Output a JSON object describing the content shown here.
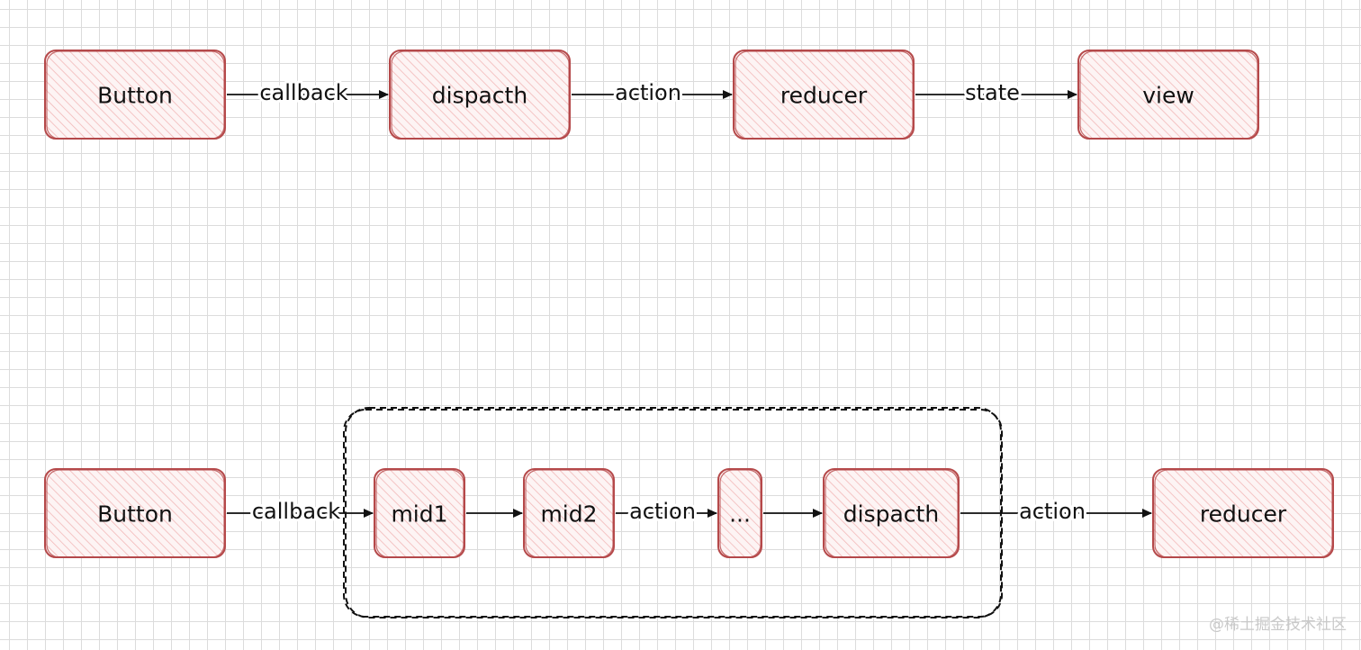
{
  "colors": {
    "node_stroke": "#b5494a",
    "node_hatch": "#f2b8b8",
    "edge": "#111111",
    "group_border": "#111111",
    "background": "#ffffff"
  },
  "rows": [
    {
      "id": "row-1",
      "nodes": [
        {
          "id": "button-1",
          "label": "Button"
        },
        {
          "id": "dispatch-1",
          "label": "dispacth"
        },
        {
          "id": "reducer-1",
          "label": "reducer"
        },
        {
          "id": "view-1",
          "label": "view"
        }
      ],
      "edges": [
        {
          "from": "button-1",
          "to": "dispatch-1",
          "label": "callback"
        },
        {
          "from": "dispatch-1",
          "to": "reducer-1",
          "label": "action"
        },
        {
          "from": "reducer-1",
          "to": "view-1",
          "label": "state"
        }
      ]
    },
    {
      "id": "row-2",
      "nodes": [
        {
          "id": "button-2",
          "label": "Button"
        },
        {
          "id": "mid1",
          "label": "mid1"
        },
        {
          "id": "mid2",
          "label": "mid2"
        },
        {
          "id": "ellipsis",
          "label": "..."
        },
        {
          "id": "dispatch-2",
          "label": "dispacth"
        },
        {
          "id": "reducer-2",
          "label": "reducer"
        }
      ],
      "edges": [
        {
          "from": "button-2",
          "to": "mid1",
          "label": "callback"
        },
        {
          "from": "mid1",
          "to": "mid2",
          "label": ""
        },
        {
          "from": "mid2",
          "to": "ellipsis",
          "label": "action"
        },
        {
          "from": "ellipsis",
          "to": "dispatch-2",
          "label": ""
        },
        {
          "from": "dispatch-2",
          "to": "reducer-2",
          "label": "action"
        }
      ],
      "group": {
        "members": [
          "mid1",
          "mid2",
          "ellipsis",
          "dispatch-2"
        ],
        "style": "dashed"
      }
    }
  ],
  "watermark": "@稀土掘金技术社区"
}
